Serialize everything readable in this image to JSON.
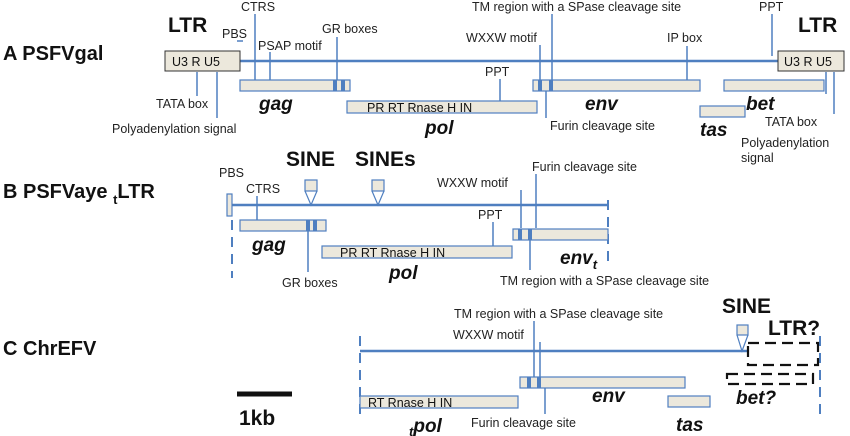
{
  "rows": {
    "a": "A PSFVgal",
    "b_main": "B PSFVaye ",
    "b_sub": "t",
    "b_tail": "LTR",
    "c": "C ChrEFV"
  },
  "a": {
    "ltr_left": "LTR",
    "ltr_right": "LTR",
    "ltr_box_left": "U3  R  U5",
    "ltr_box_right": "U3  R  U5",
    "pbs": "PBS",
    "ctrs": "CTRS",
    "psap": "PSAP motif",
    "gr_boxes": "GR boxes",
    "tm_region": "TM region with a SPase cleavage site",
    "wxxw": "WXXW motif",
    "ip_box": "IP box",
    "ppt_env": "PPT",
    "ppt_end": "PPT",
    "tata_left": "TATA box",
    "polya_left": "Polyadenylation signal",
    "gag": "gag",
    "pol": "pol",
    "pol_domains": "PR   RT   Rnase H   IN",
    "env": "env",
    "furin": "Furin cleavage site",
    "tas": "tas",
    "bet": "bet",
    "tata_right": "TATA box",
    "polya_right_1": "Polyadenylation",
    "polya_right_2": "signal"
  },
  "b": {
    "pbs": "PBS",
    "sine1": "SINE",
    "sine2": "SINEs",
    "ctrs": "CTRS",
    "wxxw": "WXXW motif",
    "furin": "Furin cleavage site",
    "ppt": "PPT",
    "gag": "gag",
    "pol": "pol",
    "pol_domains": "PR    RT    Rnase H    IN",
    "env": "env",
    "env_sub": "t",
    "gr_boxes": "GR boxes",
    "tm_region": "TM region with a SPase cleavage site"
  },
  "c": {
    "tm_region": "TM region with a SPase cleavage site",
    "wxxw": "WXXW motif",
    "sine": "SINE",
    "ltr": "LTR?",
    "env": "env",
    "bet": "bet?",
    "pol_domains": "RT    Rnase H    IN",
    "pol_sub": "t",
    "pol": "pol",
    "furin": "Furin cleavage site",
    "tas": "tas",
    "scale": "1kb"
  },
  "colors": {
    "line": "#4f7fc0",
    "box_fill": "#ece8dc",
    "box_stroke": "#4f7fc0",
    "text": "#111111"
  }
}
